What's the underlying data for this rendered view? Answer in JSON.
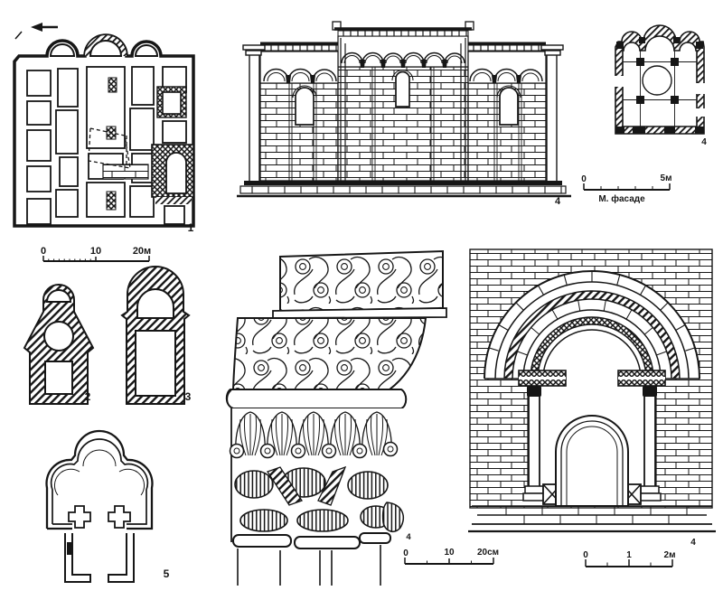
{
  "palette": {
    "ink": "#161616",
    "paper": "#ffffff"
  },
  "figure_labels": {
    "plan_main": "1",
    "section_a": "2",
    "section_b": "3",
    "elevation": "4",
    "plan_small": "4",
    "capital": "4",
    "portal": "4",
    "plan_trefoil": "5"
  },
  "scale_bars": {
    "plan_main": {
      "start": "0",
      "mid": "10",
      "end": "20м"
    },
    "facade": {
      "start": "0",
      "end": "5м",
      "caption": "М. фасаде"
    },
    "capital": {
      "start": "0",
      "mid": "10",
      "end": "20см"
    },
    "portal": {
      "start": "0",
      "mid": "1",
      "end": "2м"
    }
  }
}
